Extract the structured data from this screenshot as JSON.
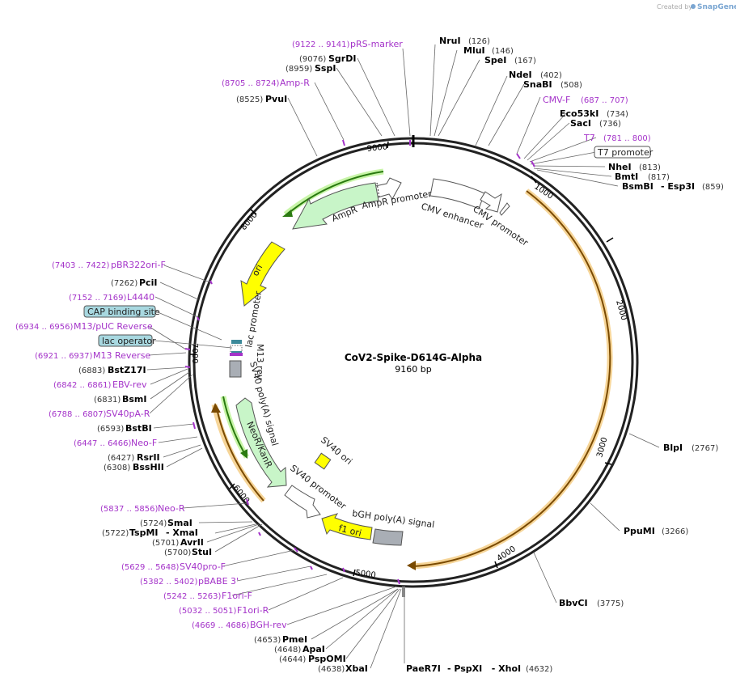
{
  "credit": {
    "prefix": "Created by",
    "brand": "SnapGene"
  },
  "plasmid": {
    "name": "CoV2-Spike-D614G-Alpha",
    "length_label": "9160 bp",
    "length": 9160
  },
  "ticks": [
    "1000",
    "2000",
    "3000",
    "4000",
    "5000",
    "6000",
    "7000",
    "8000",
    "9000"
  ],
  "sites": [
    {
      "name": "NruI",
      "pos": "(126)"
    },
    {
      "name": "MluI",
      "pos": "(146)"
    },
    {
      "name": "SpeI",
      "pos": "(167)"
    },
    {
      "name": "NdeI",
      "pos": "(402)"
    },
    {
      "name": "SnaBI",
      "pos": "(508)"
    },
    {
      "name": "Eco53kI",
      "pos": "(734)"
    },
    {
      "name": "SacI",
      "pos": "(736)"
    },
    {
      "name": "NheI",
      "pos": "(813)"
    },
    {
      "name": "BmtI",
      "pos": "(817)"
    },
    {
      "name": "BsmBI",
      "pos": "(859)",
      "extra": "- Esp3I"
    },
    {
      "name": "BlpI",
      "pos": "(2767)"
    },
    {
      "name": "PpuMI",
      "pos": "(3266)"
    },
    {
      "name": "BbvCI",
      "pos": "(3775)"
    },
    {
      "name": "PaeR7I",
      "pos": "(4632)",
      "extra": "- PspXI   - XhoI"
    },
    {
      "name": "XbaI",
      "pos": "(4638)"
    },
    {
      "name": "PspOMI",
      "pos": "(4644)"
    },
    {
      "name": "ApaI",
      "pos": "(4648)"
    },
    {
      "name": "PmeI",
      "pos": "(4653)"
    },
    {
      "name": "StuI",
      "pos": "(5700)"
    },
    {
      "name": "AvrII",
      "pos": "(5701)"
    },
    {
      "name": "TspMI",
      "pos": "(5722)",
      "extra": "- XmaI"
    },
    {
      "name": "SmaI",
      "pos": "(5724)"
    },
    {
      "name": "BssHII",
      "pos": "(6308)"
    },
    {
      "name": "RsrII",
      "pos": "(6427)"
    },
    {
      "name": "BstBI",
      "pos": "(6593)"
    },
    {
      "name": "BsmI",
      "pos": "(6831)"
    },
    {
      "name": "BstZ17I",
      "pos": "(6883)"
    },
    {
      "name": "PciI",
      "pos": "(7262)"
    },
    {
      "name": "PvuI",
      "pos": "(8525)"
    },
    {
      "name": "SspI",
      "pos": "(8959)"
    },
    {
      "name": "SgrDI",
      "pos": "(9076)"
    }
  ],
  "primers": [
    {
      "name": "pRS-marker",
      "range": "(9122 .. 9141)"
    },
    {
      "name": "Amp-R",
      "range": "(8705 .. 8724)"
    },
    {
      "name": "CMV-F",
      "range": "(687 .. 707)"
    },
    {
      "name": "T7",
      "range": "(781 .. 800)"
    },
    {
      "name": "pBR322ori-F",
      "range": "(7403 .. 7422)"
    },
    {
      "name": "L4440",
      "range": "(7152 .. 7169)"
    },
    {
      "name": "M13/pUC Reverse",
      "range": "(6934 .. 6956)"
    },
    {
      "name": "M13 Reverse",
      "range": "(6921 .. 6937)"
    },
    {
      "name": "EBV-rev",
      "range": "(6842 .. 6861)"
    },
    {
      "name": "SV40pA-R",
      "range": "(6788 .. 6807)"
    },
    {
      "name": "Neo-F",
      "range": "(6447 .. 6466)"
    },
    {
      "name": "Neo-R",
      "range": "(5837 .. 5856)"
    },
    {
      "name": "SV40pro-F",
      "range": "(5629 .. 5648)"
    },
    {
      "name": "pBABE 3'",
      "range": "(5382 .. 5402)"
    },
    {
      "name": "F1ori-F",
      "range": "(5242 .. 5263)"
    },
    {
      "name": "F1ori-R",
      "range": "(5032 .. 5051)"
    },
    {
      "name": "BGH-rev",
      "range": "(4669 .. 4686)"
    }
  ],
  "boxed": [
    "T7 promoter",
    "CAP binding site",
    "lac operator"
  ],
  "features": {
    "ampr_promoter": "AmpR promoter",
    "ampr": "AmpR",
    "cmv_enhancer": "CMV enhancer",
    "cmv_promoter": "CMV promoter",
    "ori": "ori",
    "lac_promoter": "lac promoter",
    "m13_rev": "M13 rev",
    "sv40_polya": "SV40 poly(A) signal",
    "neor": "NeoR/KanR",
    "sv40_ori": "SV40 ori",
    "sv40_promoter": "SV40 promoter",
    "bgh": "bGH poly(A) signal",
    "f1_ori": "f1 ori"
  },
  "colors": {
    "primer": "#a433c9",
    "promoter_fill": "#ffffff",
    "cds_fill": "#c8f5c8",
    "ori_fill": "#ffff00",
    "spike_orange": "#f0b040",
    "polya_fill": "#a9aeb5",
    "boxed_teal": "#a8d8e0"
  }
}
